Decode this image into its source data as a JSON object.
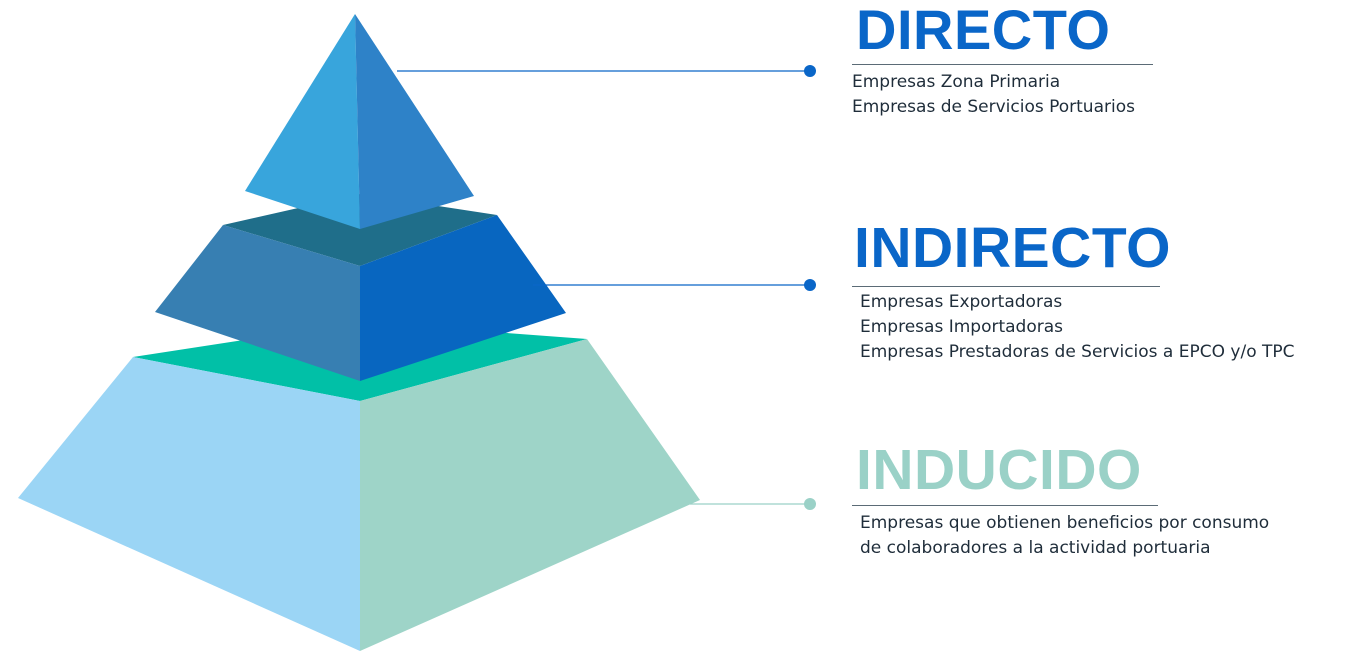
{
  "levels": [
    {
      "title": "DIRECTO",
      "color": "#0a66c8",
      "items": [
        "Empresas Zona Primaria",
        "Empresas de Servicios Portuarios"
      ]
    },
    {
      "title": "INDIRECTO",
      "color": "#0a66c8",
      "items": [
        "Empresas Exportadoras",
        "Empresas Importadoras",
        "Empresas Prestadoras de Servicios a EPCO y/o TPC"
      ]
    },
    {
      "title": "INDUCIDO",
      "color": "#9ad1c7",
      "description": "Empresas que obtienen beneficios por consumo de colaboradores a la actividad portuaria"
    }
  ],
  "pyramid_colors": {
    "top_left": "#38a5dc",
    "top_right": "#2e82c8",
    "middle_top": "#1f6e8a",
    "middle_left": "#377fb2",
    "middle_right": "#0866c0",
    "base_top": "#01c0a7",
    "base_left": "#9bd5f5",
    "base_right": "#9ed4c8",
    "connector_line": "#0a66c8",
    "connector_dot_primary": "#0a66c8",
    "connector_dot_secondary": "#9ad1c7"
  }
}
